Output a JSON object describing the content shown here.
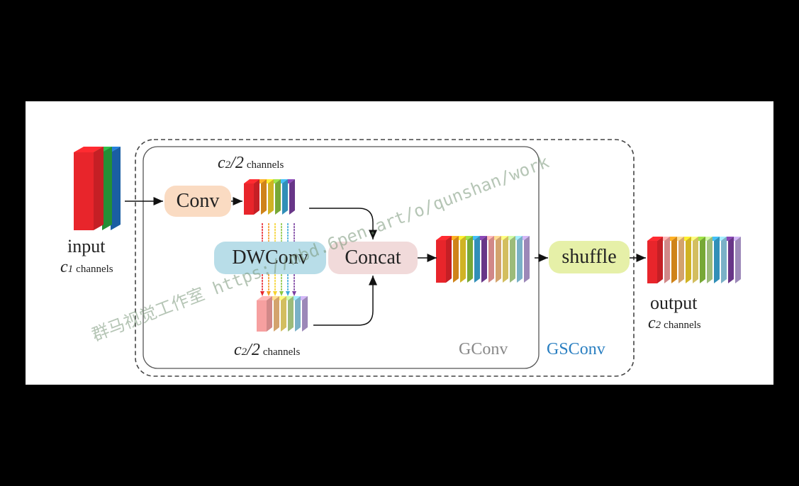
{
  "labels": {
    "input": "input",
    "input_channels_var": "c",
    "input_channels_sub": "1",
    "input_channels_text": "channels",
    "conv_out_var": "c",
    "conv_out_sub": "2",
    "conv_out_div": "/2",
    "conv_out_text": "channels",
    "dw_out_var": "c",
    "dw_out_sub": "2",
    "dw_out_div": "/2",
    "dw_out_text": "channels",
    "output": "output",
    "output_channels_var": "c",
    "output_channels_sub": "2",
    "output_channels_text": "channels",
    "gconv": "GConv",
    "gsconv": "GSConv"
  },
  "nodes": {
    "conv": "Conv",
    "dwconv": "DWConv",
    "concat": "Concat",
    "shuffle": "shuffle"
  },
  "watermark": {
    "text": "群马视觉工作室 https://mbd.6pen.art/o/qunshan/work"
  },
  "colors": {
    "conv_fill": "#fadbc2",
    "dwconv_fill": "#b8dde8",
    "concat_fill": "#f1dada",
    "shuffle_fill": "#e6f0a8",
    "gsconv_text": "#2a7fc1",
    "gconv_text": "#888888",
    "input_stack": [
      "#e8252b",
      "#2aa840",
      "#1f6fc0"
    ],
    "conv_stack": [
      "#e8252b",
      "#f39a1f",
      "#f5d22a",
      "#8cc63f",
      "#3aa8d8",
      "#7a3fa0"
    ],
    "dw_stack": [
      "#f6a0a0",
      "#f8c080",
      "#f8e070",
      "#b8dc90",
      "#90d0ea",
      "#b8a0d8"
    ],
    "concat_stack": [
      "#e8252b",
      "#f39a1f",
      "#f5d22a",
      "#8cc63f",
      "#3aa8d8",
      "#7a3fa0",
      "#f6a0a0",
      "#f8c080",
      "#f8e070",
      "#b8dc90",
      "#90d0ea",
      "#b8a0d8"
    ],
    "output_stack": [
      "#e8252b",
      "#f6a0a0",
      "#f39a1f",
      "#f8c080",
      "#f5d22a",
      "#f8e070",
      "#8cc63f",
      "#b8dc90",
      "#3aa8d8",
      "#90d0ea",
      "#7a3fa0",
      "#b8a0d8"
    ]
  }
}
